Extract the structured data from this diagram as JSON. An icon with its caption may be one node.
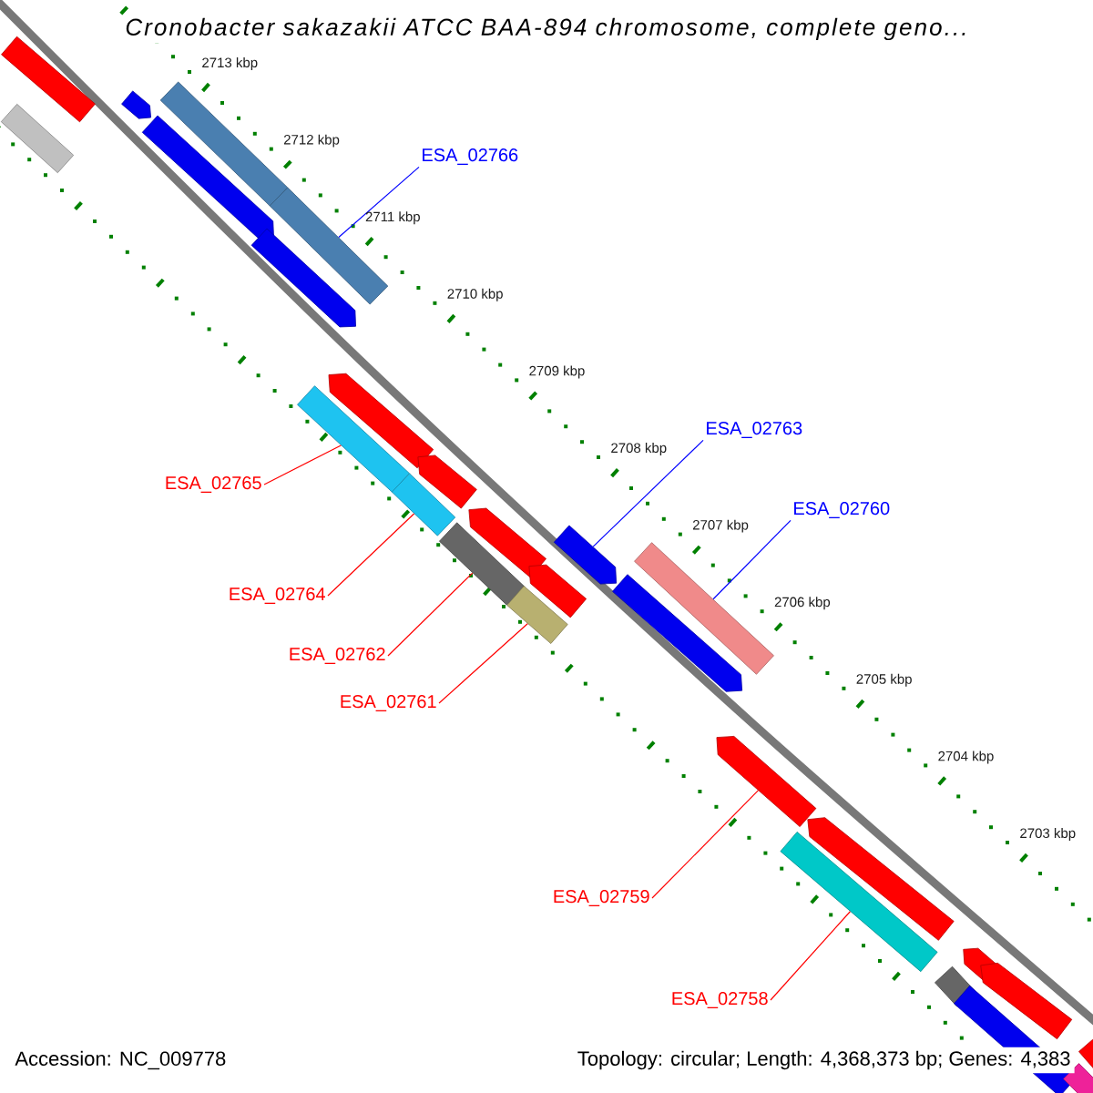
{
  "diagram": {
    "title": "Cronobacter sakazakii ATCC BAA-894 chromosome, complete geno...",
    "nodes": [
      {
        "text": [
          "ESA_02766"
        ]
      },
      {
        "text": [
          "ESA_02763"
        ]
      },
      {
        "text": [
          "ESA_02760"
        ]
      },
      {
        "text": [
          "ESA_02765"
        ]
      },
      {
        "text": [
          "ESA_02764"
        ]
      },
      {
        "text": [
          "ESA_02762"
        ]
      },
      {
        "text": [
          "ESA_02761"
        ]
      },
      {
        "text": [
          "ESA_02759"
        ]
      },
      {
        "text": [
          "ESA_02758"
        ]
      },
      {
        "text": [],
        "shape": "bar"
      },
      {
        "text": [],
        "shape": "bar"
      },
      {
        "text": [],
        "shape": "pentagon"
      },
      {
        "text": [],
        "shape": "pentagon"
      },
      {
        "text": [],
        "shape": "bar"
      },
      {
        "text": [],
        "shape": "pentagon"
      },
      {
        "text": [],
        "shape": "bar"
      },
      {
        "text": [],
        "shape": "bar"
      },
      {
        "text": [],
        "shape": "pentagon"
      },
      {
        "text": [],
        "shape": "bar"
      },
      {
        "text": [],
        "shape": "pentagon"
      },
      {
        "text": [],
        "shape": "bar"
      },
      {
        "text": [],
        "shape": "pentagon"
      },
      {
        "text": [],
        "shape": "bar"
      },
      {
        "text": [],
        "shape": "pentagon"
      },
      {
        "text": [],
        "shape": "pentagon"
      },
      {
        "text": [],
        "shape": "pentagon"
      },
      {
        "text": [],
        "shape": "bar"
      },
      {
        "text": [],
        "shape": "pentagon"
      },
      {
        "text": [],
        "shape": "bar"
      },
      {
        "text": [],
        "shape": "pentagon"
      },
      {
        "text": [],
        "shape": "bar"
      },
      {
        "text": [],
        "shape": "pentagon"
      },
      {
        "text": [],
        "shape": "bar"
      },
      {
        "text": [],
        "shape": "pentagon"
      },
      {
        "text": [],
        "shape": "bar"
      },
      {
        "text": [],
        "shape": "bar"
      }
    ],
    "edges": [
      {
        "from": 0,
        "to": 15,
        "arrow": "none",
        "color": "#0000ff"
      },
      {
        "from": 1,
        "to": 24,
        "arrow": "none",
        "color": "#0000ff"
      },
      {
        "from": 2,
        "to": 26,
        "arrow": "none",
        "color": "#0000ff"
      },
      {
        "from": 3,
        "to": 16,
        "arrow": "none"
      },
      {
        "from": 4,
        "to": 18,
        "arrow": "none"
      },
      {
        "from": 5,
        "to": 20,
        "arrow": "none"
      },
      {
        "from": 6,
        "to": 22,
        "arrow": "none"
      },
      {
        "from": 7,
        "to": 27,
        "arrow": "none"
      },
      {
        "from": 8,
        "to": 28,
        "arrow": "none"
      }
    ],
    "labels": [
      "2713 kbp",
      "2712 kbp",
      "2711 kbp",
      "2710 kbp",
      "2709 kbp",
      "2708 kbp",
      "2707 kbp",
      "2706 kbp",
      "2705 kbp",
      "2704 kbp",
      "2703 kbp",
      "Accession: NC_009778",
      "Topology: circular; Length: 4,368,373 bp; Genes: 4,383"
    ]
  }
}
